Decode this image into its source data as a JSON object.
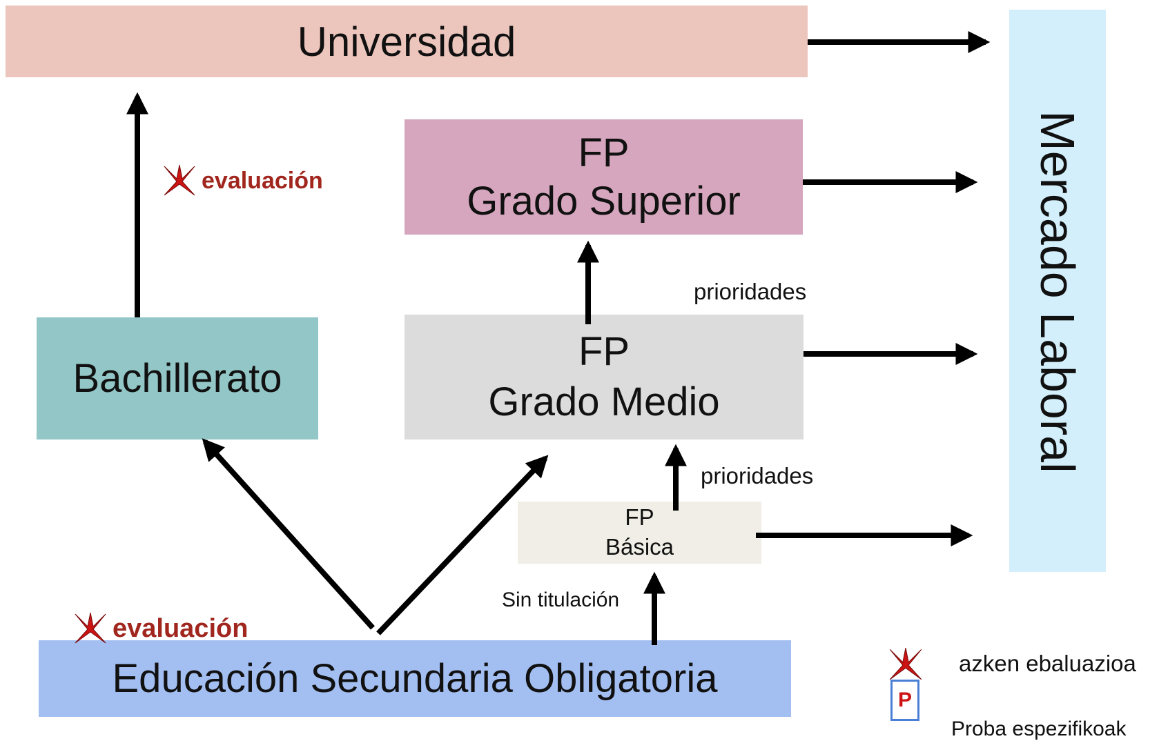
{
  "nodes": {
    "universidad": "Universidad",
    "fp_superior": {
      "line1": "FP",
      "line2": "Grado Superior"
    },
    "bachillerato": "Bachillerato",
    "fp_medio": {
      "line1": "FP",
      "line2": "Grado Medio"
    },
    "fp_basica": {
      "line1": "FP",
      "line2": "Básica"
    },
    "eso": "Educación Secundaria Obligatoria",
    "mercado": "Mercado Laboral"
  },
  "labels": {
    "evaluacion_top": "evaluación",
    "evaluacion_bottom": "evaluación",
    "prioridades_top": "prioridades",
    "prioridades_bottom": "prioridades",
    "sin_titulacion": "Sin titulación"
  },
  "legend": {
    "final_eval": "azken ebaluazioa",
    "p_mark": "P",
    "specific_tests": "Proba espezifikoak"
  },
  "colors": {
    "universidad": "#ecc5bd",
    "fp_superior": "#d5a6bd",
    "bachillerato": "#93c6c6",
    "fp_medio": "#dcdcdc",
    "fp_basica": "#f0eee6",
    "eso": "#a3bff2",
    "mercado": "#d3effb",
    "evaluation_text": "#a0261e",
    "cross": "#cc1414",
    "p_mark": "#cc1414",
    "p_border": "#4a7fd6"
  }
}
